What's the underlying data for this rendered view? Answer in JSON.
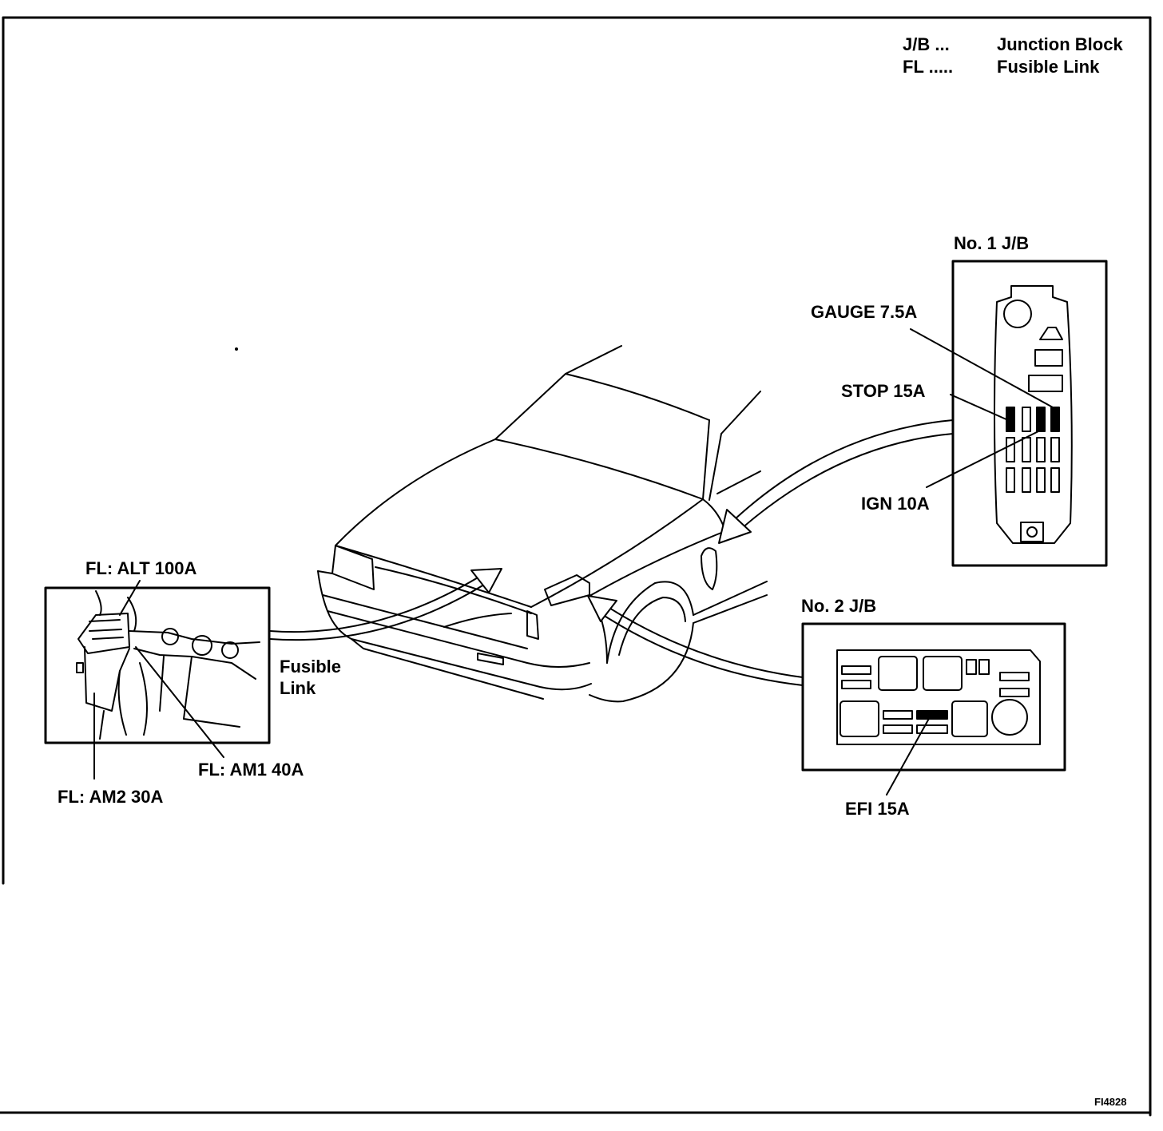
{
  "legend": {
    "items": [
      {
        "abbr": "J/B ...",
        "meaning": "Junction Block"
      },
      {
        "abbr": "FL .....",
        "meaning": "Fusible Link"
      }
    ]
  },
  "jb1": {
    "title": "No. 1 J/B",
    "fuses": {
      "gauge": "GAUGE 7.5A",
      "stop": "STOP 15A",
      "ign": "IGN 10A"
    }
  },
  "jb2": {
    "title": "No. 2 J/B",
    "fuses": {
      "efi": "EFI 15A"
    }
  },
  "fusible_link": {
    "label_line1": "Fusible",
    "label_line2": "Link",
    "links": {
      "alt": "FL:  ALT 100A",
      "am1": "FL:  AM1 40A",
      "am2": "FL:  AM2 30A"
    }
  },
  "figure_id": "FI4828"
}
